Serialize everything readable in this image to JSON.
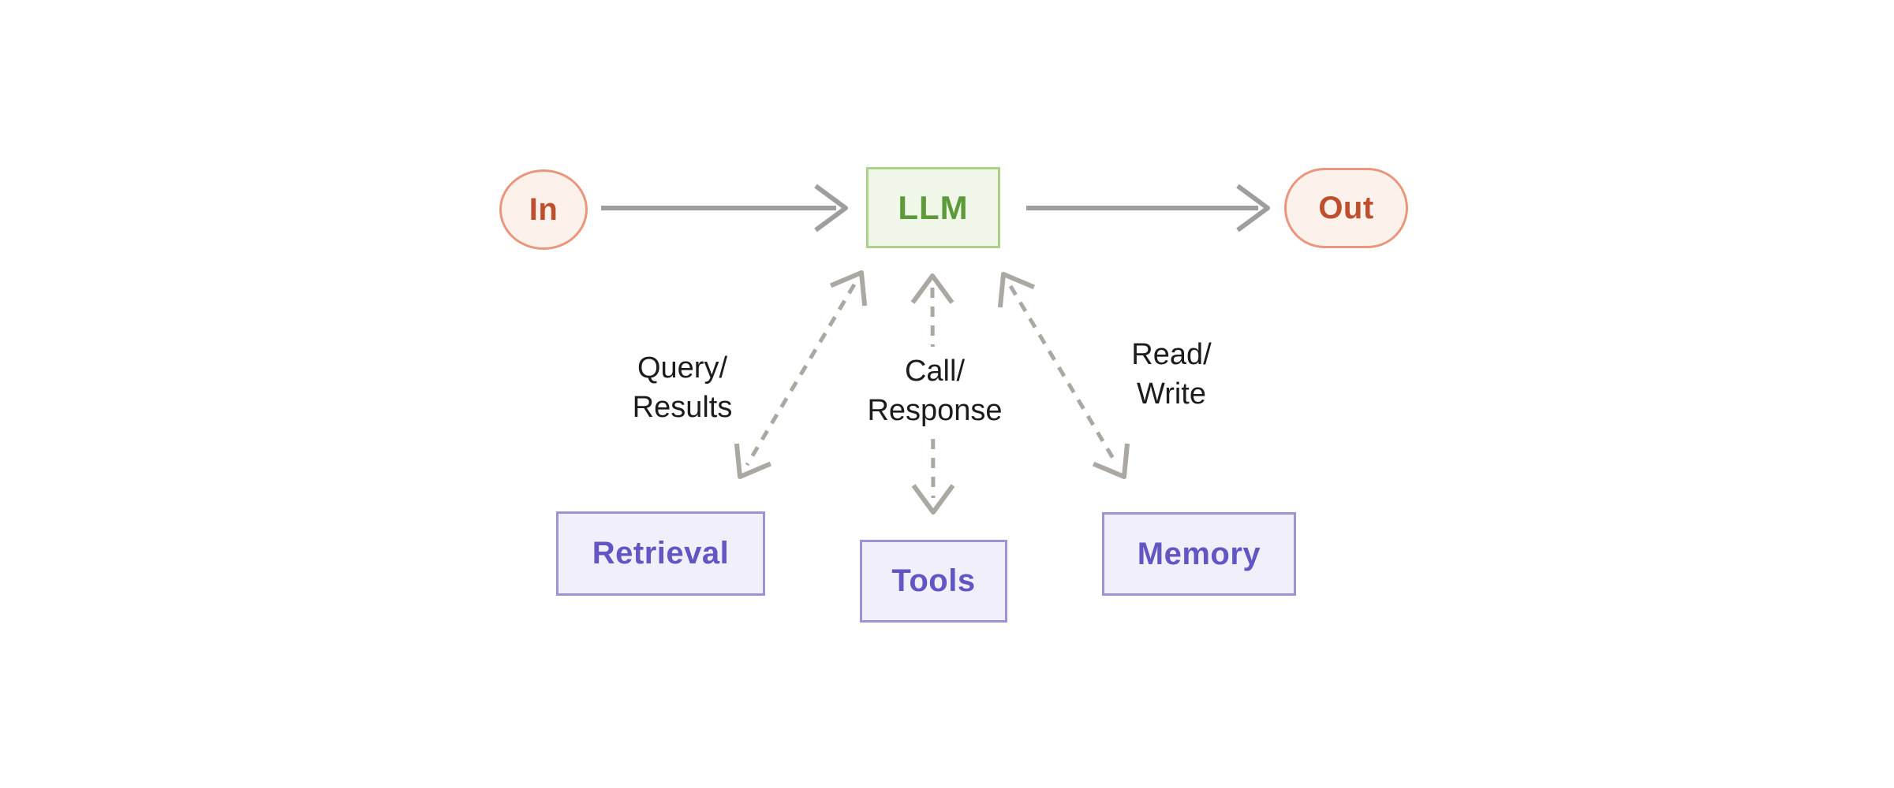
{
  "diagram": {
    "nodes": {
      "input": {
        "label": "In"
      },
      "llm": {
        "label": "LLM"
      },
      "output": {
        "label": "Out"
      },
      "retrieval": {
        "label": "Retrieval"
      },
      "tools": {
        "label": "Tools"
      },
      "memory": {
        "label": "Memory"
      }
    },
    "edge_labels": {
      "retrieval": {
        "line1": "Query/",
        "line2": "Results"
      },
      "tools": {
        "line1": "Call/",
        "line2": "Response"
      },
      "memory": {
        "line1": "Read/",
        "line2": "Write"
      }
    },
    "colors": {
      "io_fill": "#fdf1ec",
      "io_border": "#e9967d",
      "io_text": "#bf4e2c",
      "llm_fill": "#f0f7e8",
      "llm_border": "#aed189",
      "llm_text": "#5c9a3c",
      "module_fill": "#f1f0fa",
      "module_border": "#9a93d5",
      "module_text": "#6156c3",
      "solid_arrow": "#9e9e9e",
      "dashed_arrow": "#aba8a2",
      "label_text": "#1c1c1c"
    }
  }
}
